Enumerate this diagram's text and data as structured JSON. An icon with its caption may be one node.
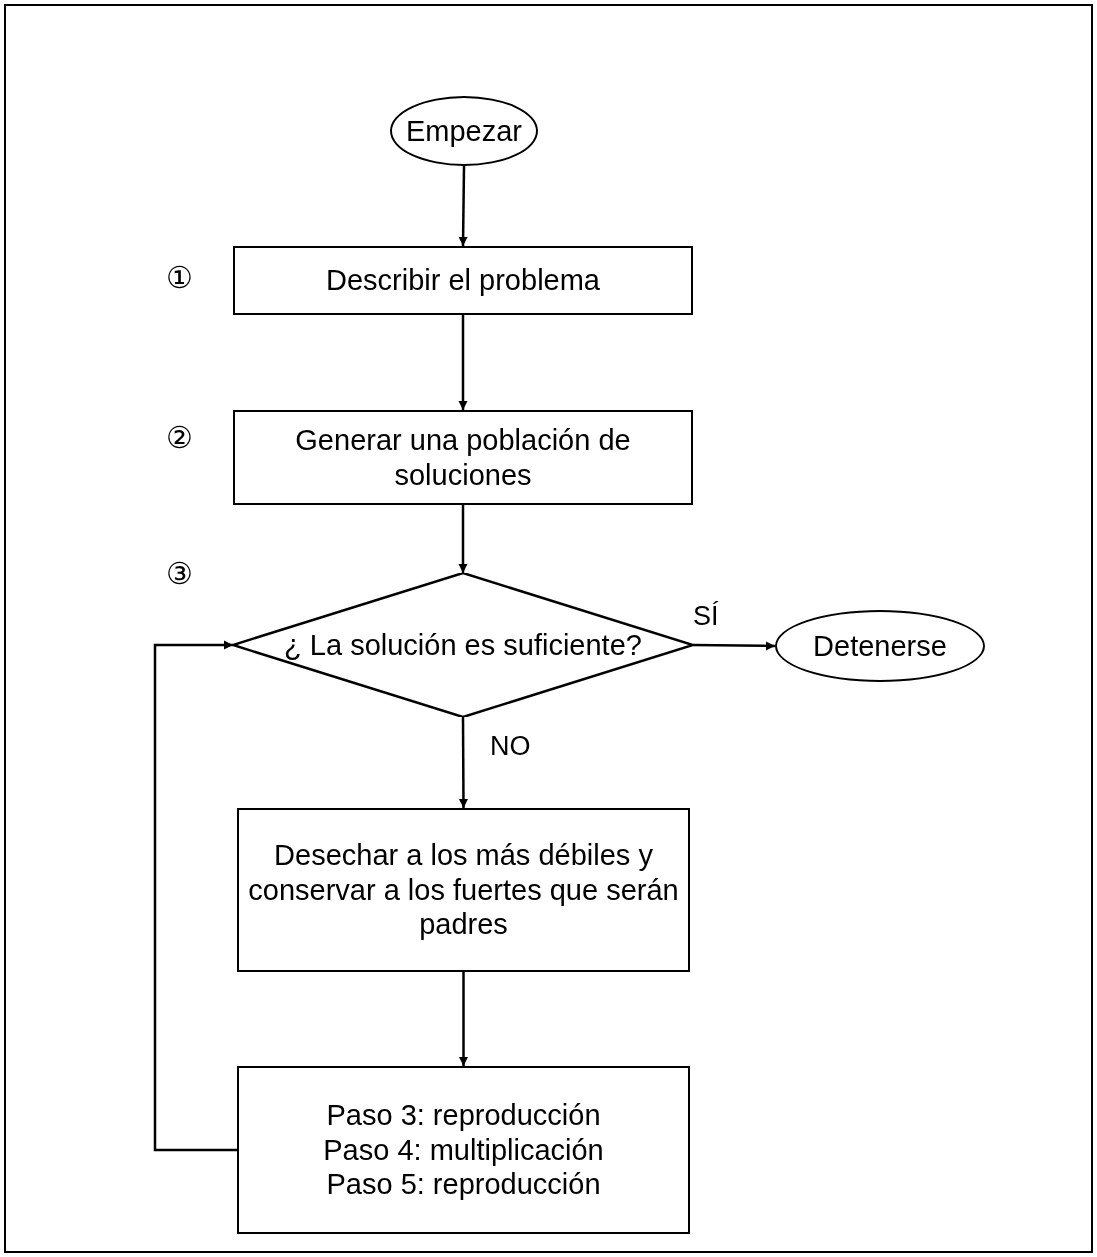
{
  "diagram": {
    "nodes": [
      {
        "text": [
          "Empezar"
        ]
      },
      {
        "text": [
          "Describir el problema"
        ]
      },
      {
        "text": [
          "Generar una población de soluciones"
        ]
      },
      {
        "text": [
          "¿ La solución es suficiente?"
        ]
      },
      {
        "text": [
          "Detenerse"
        ]
      },
      {
        "text": [
          "Desechar a los más débiles y conservar a los fuertes que serán padres"
        ]
      },
      {
        "text": [
          "Paso 3: reproducción",
          "Paso 4: multiplicación",
          "Paso 5: reproducción"
        ]
      }
    ],
    "edges": [
      {
        "from": 0,
        "to": 1,
        "arrow": "to"
      },
      {
        "from": 1,
        "to": 2,
        "arrow": "to"
      },
      {
        "from": 2,
        "to": 3,
        "arrow": "to"
      },
      {
        "from": 3,
        "to": 4,
        "arrow": "to",
        "label": "SÍ"
      },
      {
        "from": 3,
        "to": 5,
        "arrow": "to",
        "label": "NO"
      },
      {
        "from": 5,
        "to": 6,
        "arrow": "to"
      },
      {
        "from": 6,
        "to": 3,
        "arrow": "to"
      }
    ],
    "labels": [
      "①",
      "②",
      "③"
    ]
  }
}
